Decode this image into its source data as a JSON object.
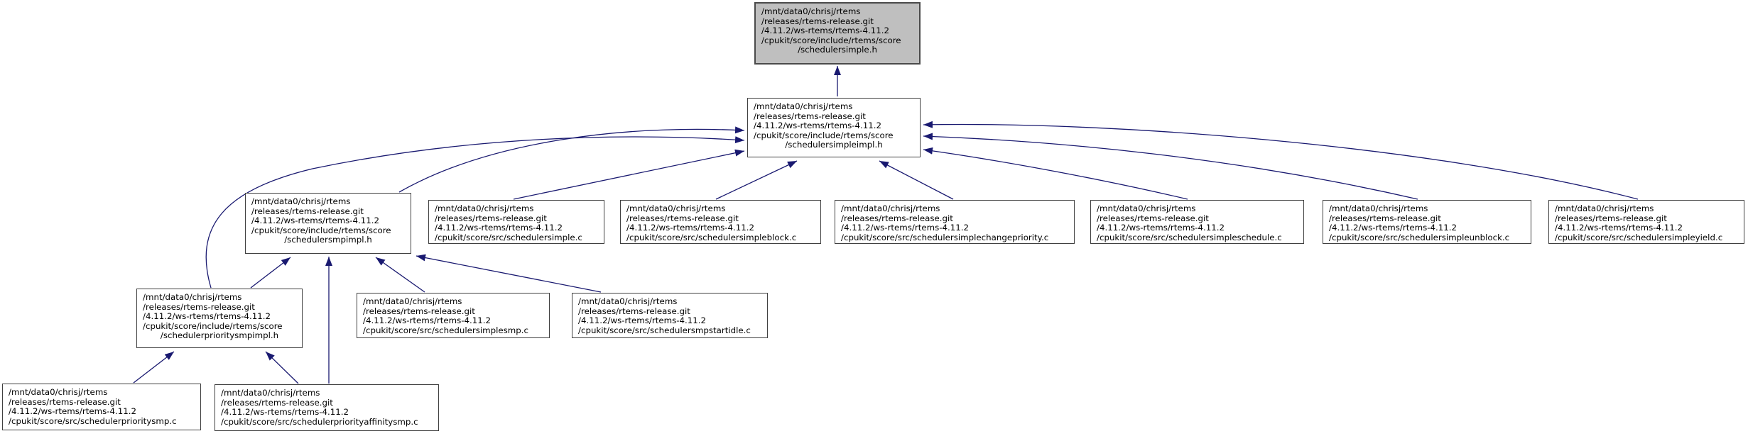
{
  "diagram": {
    "type": "include-dependency-graph",
    "root_file": "schedulersimple.h"
  },
  "colors": {
    "edge": "#191970",
    "node_fill": "#ffffff",
    "node_border": "#404040",
    "highlight_fill": "#bfbfbf",
    "text": "#000000"
  },
  "nodes": {
    "schedulersimple_h": {
      "lines": [
        "/mnt/data0/chrisj/rtems",
        "/releases/rtems-release.git",
        "/4.11.2/ws-rtems/rtems-4.11.2",
        "/cpukit/score/include/rtems/score",
        "/schedulersimple.h"
      ]
    },
    "schedulersimpleimpl_h": {
      "lines": [
        "/mnt/data0/chrisj/rtems",
        "/releases/rtems-release.git",
        "/4.11.2/ws-rtems/rtems-4.11.2",
        "/cpukit/score/include/rtems/score",
        "/schedulersimpleimpl.h"
      ]
    },
    "schedulersmpimpl_h": {
      "lines": [
        "/mnt/data0/chrisj/rtems",
        "/releases/rtems-release.git",
        "/4.11.2/ws-rtems/rtems-4.11.2",
        "/cpukit/score/include/rtems/score",
        "/schedulersmpimpl.h"
      ]
    },
    "schedulersimple_c": {
      "lines": [
        "/mnt/data0/chrisj/rtems",
        "/releases/rtems-release.git",
        "/4.11.2/ws-rtems/rtems-4.11.2",
        "/cpukit/score/src/schedulersimple.c"
      ]
    },
    "schedulersimpleblock_c": {
      "lines": [
        "/mnt/data0/chrisj/rtems",
        "/releases/rtems-release.git",
        "/4.11.2/ws-rtems/rtems-4.11.2",
        "/cpukit/score/src/schedulersimpleblock.c"
      ]
    },
    "schedulersimplechangepriority_c": {
      "lines": [
        "/mnt/data0/chrisj/rtems",
        "/releases/rtems-release.git",
        "/4.11.2/ws-rtems/rtems-4.11.2",
        "/cpukit/score/src/schedulersimplechangepriority.c"
      ]
    },
    "schedulersimpleschedule_c": {
      "lines": [
        "/mnt/data0/chrisj/rtems",
        "/releases/rtems-release.git",
        "/4.11.2/ws-rtems/rtems-4.11.2",
        "/cpukit/score/src/schedulersimpleschedule.c"
      ]
    },
    "schedulersimpleunblock_c": {
      "lines": [
        "/mnt/data0/chrisj/rtems",
        "/releases/rtems-release.git",
        "/4.11.2/ws-rtems/rtems-4.11.2",
        "/cpukit/score/src/schedulersimpleunblock.c"
      ]
    },
    "schedulersimpleyield_c": {
      "lines": [
        "/mnt/data0/chrisj/rtems",
        "/releases/rtems-release.git",
        "/4.11.2/ws-rtems/rtems-4.11.2",
        "/cpukit/score/src/schedulersimpleyield.c"
      ]
    },
    "schedulerprioritysmpimpl_h": {
      "lines": [
        "/mnt/data0/chrisj/rtems",
        "/releases/rtems-release.git",
        "/4.11.2/ws-rtems/rtems-4.11.2",
        "/cpukit/score/include/rtems/score",
        "/schedulerprioritysmpimpl.h"
      ]
    },
    "schedulersimplesmp_c": {
      "lines": [
        "/mnt/data0/chrisj/rtems",
        "/releases/rtems-release.git",
        "/4.11.2/ws-rtems/rtems-4.11.2",
        "/cpukit/score/src/schedulersimplesmp.c"
      ]
    },
    "schedulersmpstartidle_c": {
      "lines": [
        "/mnt/data0/chrisj/rtems",
        "/releases/rtems-release.git",
        "/4.11.2/ws-rtems/rtems-4.11.2",
        "/cpukit/score/src/schedulersmpstartidle.c"
      ]
    },
    "schedulerprioritysmp_c": {
      "lines": [
        "/mnt/data0/chrisj/rtems",
        "/releases/rtems-release.git",
        "/4.11.2/ws-rtems/rtems-4.11.2",
        "/cpukit/score/src/schedulerprioritysmp.c"
      ]
    },
    "schedulerpriorityaffinitysmp_c": {
      "lines": [
        "/mnt/data0/chrisj/rtems",
        "/releases/rtems-release.git",
        "/4.11.2/ws-rtems/rtems-4.11.2",
        "/cpukit/score/src/schedulerpriorityaffinitysmp.c"
      ]
    }
  },
  "edges": [
    {
      "from": "schedulersimpleimpl.h",
      "to": "schedulersimple.h"
    },
    {
      "from": "schedulersmpimpl.h",
      "to": "schedulersimpleimpl.h"
    },
    {
      "from": "schedulerprioritysmpimpl.h",
      "to": "schedulersimpleimpl.h"
    },
    {
      "from": "schedulersimple.c",
      "to": "schedulersimpleimpl.h"
    },
    {
      "from": "schedulersimpleblock.c",
      "to": "schedulersimpleimpl.h"
    },
    {
      "from": "schedulersimplechangepriority.c",
      "to": "schedulersimpleimpl.h"
    },
    {
      "from": "schedulersimpleschedule.c",
      "to": "schedulersimpleimpl.h"
    },
    {
      "from": "schedulersimpleunblock.c",
      "to": "schedulersimpleimpl.h"
    },
    {
      "from": "schedulersimpleyield.c",
      "to": "schedulersimpleimpl.h"
    },
    {
      "from": "schedulerprioritysmpimpl.h",
      "to": "schedulersmpimpl.h"
    },
    {
      "from": "schedulerpriorityaffinitysmp.c",
      "to": "schedulersmpimpl.h"
    },
    {
      "from": "schedulersimplesmp.c",
      "to": "schedulersmpimpl.h"
    },
    {
      "from": "schedulersmpstartidle.c",
      "to": "schedulersmpimpl.h"
    },
    {
      "from": "schedulerprioritysmp.c",
      "to": "schedulerprioritysmpimpl.h"
    },
    {
      "from": "schedulerpriorityaffinitysmp.c",
      "to": "schedulerprioritysmpimpl.h"
    }
  ]
}
